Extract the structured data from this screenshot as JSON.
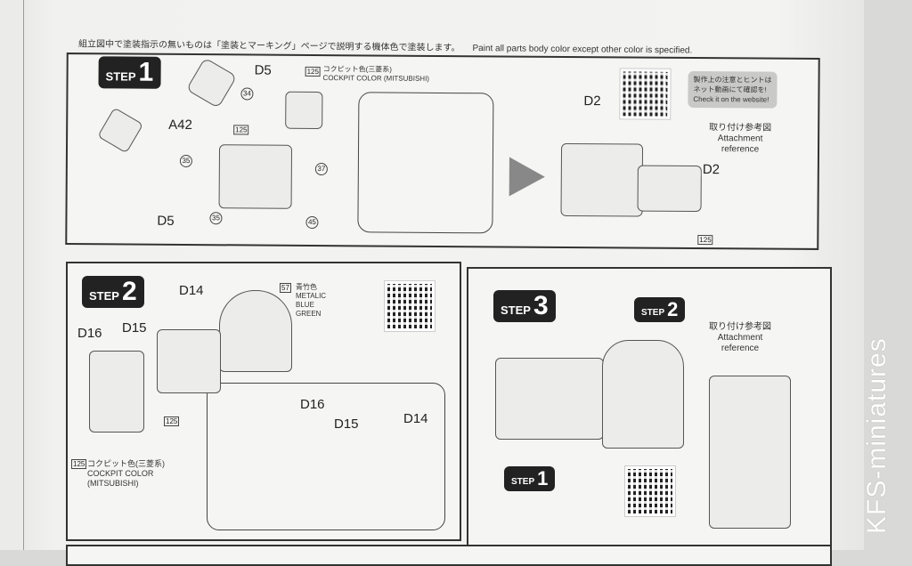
{
  "header": {
    "jp": "組立図中で塗装指示の無いものは「塗装とマーキング」ページで説明する機体色で塗装します。",
    "en": "Paint all parts body color except other color is specified."
  },
  "step1": {
    "word": "STEP",
    "number": "1",
    "color_num": "125",
    "color_jp": "コクピット色(三菱系)",
    "color_en": "COCKPIT COLOR (MITSUBISHI)",
    "parts": [
      "D5",
      "A42",
      "D5",
      "D2",
      "D2"
    ],
    "refs": [
      "34",
      "35",
      "35",
      "37",
      "45",
      "125",
      "125"
    ],
    "hint_jp1": "製作上の注意とヒントは",
    "hint_jp2": "ネット動画にて確認を!",
    "hint_en": "Check it on the website!",
    "attach_jp": "取り付け参考図",
    "attach_en1": "Attachment",
    "attach_en2": "reference"
  },
  "step2": {
    "word": "STEP",
    "number": "2",
    "parts": [
      "D14",
      "D15",
      "D16",
      "D16",
      "D15",
      "D14"
    ],
    "color57_num": "57",
    "color57_jp": "青竹色",
    "color57_en1": "METALIC",
    "color57_en2": "BLUE",
    "color57_en3": "GREEN",
    "ref125": "125",
    "color_num": "125",
    "color_jp": "コクピット色(三菱系)",
    "color_en1": "COCKPIT COLOR",
    "color_en2": "(MITSUBISHI)"
  },
  "step3": {
    "word": "STEP",
    "number": "3",
    "sub_step2": "2",
    "sub_step1": "1",
    "attach_jp": "取り付け参考図",
    "attach_en1": "Attachment",
    "attach_en2": "reference"
  },
  "watermark": "KFS-miniatures"
}
